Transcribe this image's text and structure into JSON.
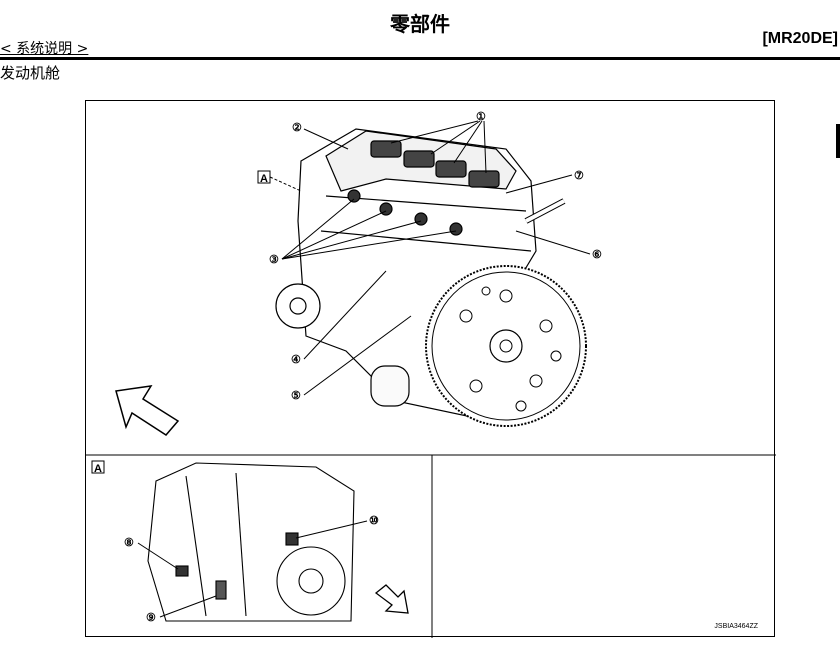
{
  "header": {
    "title": "零部件",
    "breadcrumb": "< 系统说明 >",
    "model": "[MR20DE]"
  },
  "section_title": "发动机舱",
  "figure": {
    "view_label_main": "A",
    "view_label_detail": "A",
    "callouts": [
      "①",
      "②",
      "③",
      "④",
      "⑤",
      "⑥",
      "⑦",
      "⑧",
      "⑨",
      "⑩"
    ],
    "figure_code": "JSBIA3464ZZ"
  }
}
